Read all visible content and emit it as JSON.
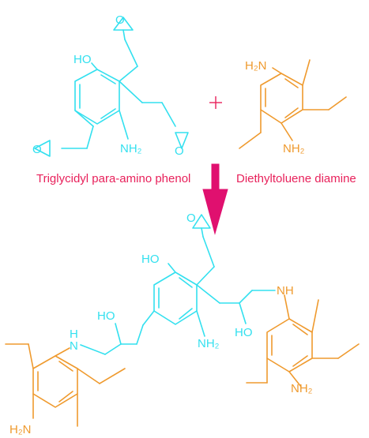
{
  "reactants": {
    "a": {
      "name": "Triglycidyl para-amino phenol",
      "ho": "HO",
      "nh2": "NH₂"
    },
    "plus": "+",
    "b": {
      "name": "Diethyltoluene diamine",
      "h2n": "H₂N",
      "nh2": "NH₂"
    }
  },
  "product": {
    "ho_top": "HO",
    "ho_left": "HO",
    "ho_right": "HO",
    "nh2_center": "NH₂",
    "nh_left": "N",
    "h_left": "H",
    "nh_right": "NH",
    "nh2_right": "NH₂",
    "h2n_left": "H₂N"
  },
  "colors": {
    "epoxy": "#33e0ef",
    "amine": "#ef9a2e",
    "label": "#e8215b",
    "arrow": "#e0106f"
  }
}
